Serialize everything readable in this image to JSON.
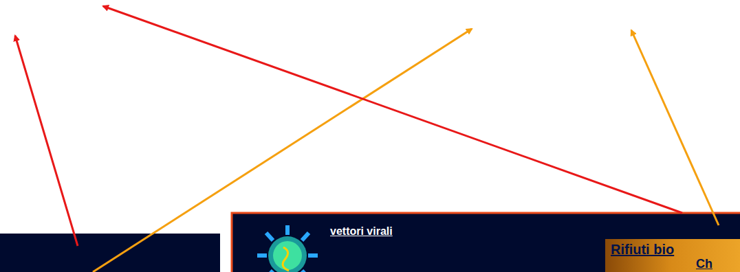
{
  "diagram": {
    "nodes": [
      {
        "text": [
          "vettori virali"
        ]
      },
      {
        "text": [
          "Rifiuti bio",
          "Ch"
        ],
        "in": 0
      }
    ]
  }
}
